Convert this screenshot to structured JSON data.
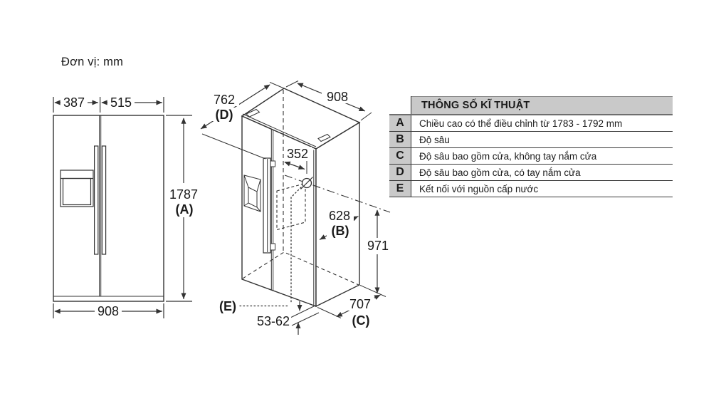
{
  "unit_label": "Đơn vị: mm",
  "front_view": {
    "width_left": "387",
    "width_right": "515",
    "height": "1787",
    "height_ref": "(A)",
    "width_bottom": "908"
  },
  "perspective_view": {
    "depth_with_handle": "762",
    "depth_with_handle_ref": "(D)",
    "width": "908",
    "water_offset": "352",
    "depth_body": "628",
    "depth_body_ref": "(B)",
    "body_height": "971",
    "depth_with_door": "707",
    "depth_with_door_ref": "(C)",
    "clearance": "53-62",
    "water_ref": "(E)"
  },
  "table": {
    "title": "THÔNG SỐ KĨ THUẬT",
    "rows": [
      {
        "key": "A",
        "desc": "Chiều cao có thể điều chỉnh từ 1783 - 1792 mm"
      },
      {
        "key": "B",
        "desc": "Độ sâu"
      },
      {
        "key": "C",
        "desc": "Độ sâu bao gồm cửa, không tay nắm cửa"
      },
      {
        "key": "D",
        "desc": "Độ sâu bao gồm cửa, có tay nắm cửa"
      },
      {
        "key": "E",
        "desc": "Kết nối với nguồn cấp nước"
      }
    ]
  }
}
